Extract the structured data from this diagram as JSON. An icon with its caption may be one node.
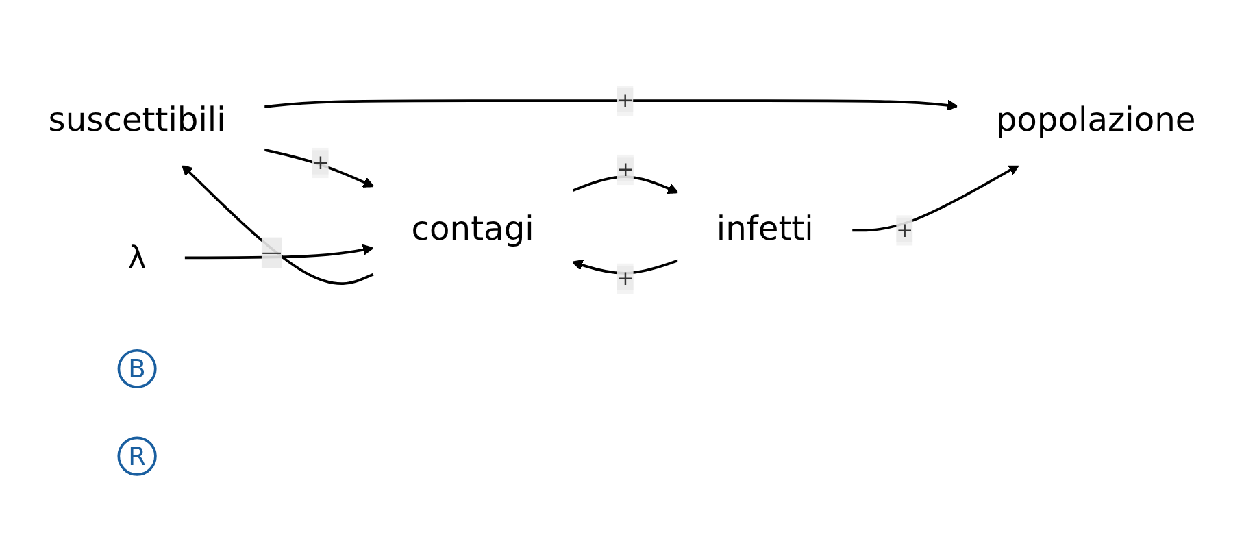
{
  "diagram": {
    "nodes": [
      {
        "text": [
          "suscettibili"
        ]
      },
      {
        "text": [
          "contagi"
        ]
      },
      {
        "text": [
          "infetti"
        ]
      },
      {
        "text": [
          "popolazione"
        ]
      },
      {
        "text": [
          "λ"
        ]
      },
      {
        "text": [
          "B"
        ]
      },
      {
        "text": [
          "R"
        ]
      }
    ],
    "edges": [
      {
        "from": 0,
        "to": 1,
        "arrow": "to",
        "label": "+"
      },
      {
        "from": 1,
        "to": 0,
        "arrow": "to",
        "label": "—"
      },
      {
        "from": 1,
        "to": 2,
        "arrow": "to",
        "label": "+"
      },
      {
        "from": 2,
        "to": 1,
        "arrow": "to",
        "label": "+"
      },
      {
        "from": 0,
        "to": 3,
        "arrow": "to",
        "label": "+"
      },
      {
        "from": 2,
        "to": 3,
        "arrow": "to",
        "label": "+"
      },
      {
        "from": 4,
        "to": 1,
        "arrow": "to"
      }
    ]
  }
}
